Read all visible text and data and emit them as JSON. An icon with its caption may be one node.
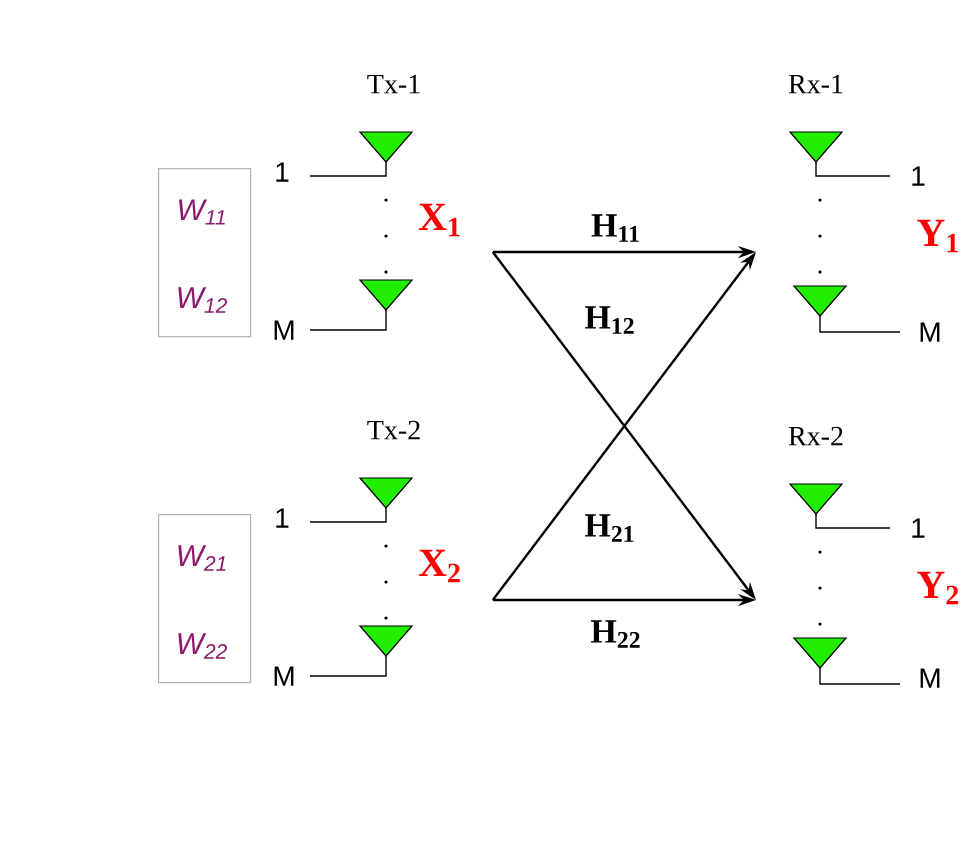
{
  "diagram": {
    "nodes": [
      {
        "text": [
          "W$_{11}$",
          "W$_{12}$"
        ]
      },
      {
        "text": [
          "Tx-1"
        ],
        "beside": [
          "X$_{1}$"
        ]
      },
      {
        "text": [
          "Rx-1"
        ],
        "beside": [
          "Y$_{1}$"
        ]
      },
      {
        "text": [
          "W$_{21}$",
          "W$_{22}$"
        ]
      },
      {
        "text": [
          "Tx-2"
        ],
        "beside": [
          "X$_{2}$"
        ]
      },
      {
        "text": [
          "Rx-2"
        ],
        "beside": [
          "Y$_{2}$"
        ]
      }
    ],
    "edges": [
      {
        "from": 1,
        "to": 2,
        "arrow": "to",
        "label": "H$_{11}$"
      },
      {
        "from": 1,
        "to": 5,
        "arrow": "to",
        "label": "H$_{12}$"
      },
      {
        "from": 4,
        "to": 2,
        "arrow": "to",
        "label": "H$_{21}$"
      },
      {
        "from": 4,
        "to": 5,
        "arrow": "to",
        "label": "H$_{22}$"
      }
    ],
    "labels": [
      "1",
      "M",
      "1",
      "M",
      "1",
      "M",
      "1",
      "M"
    ]
  }
}
